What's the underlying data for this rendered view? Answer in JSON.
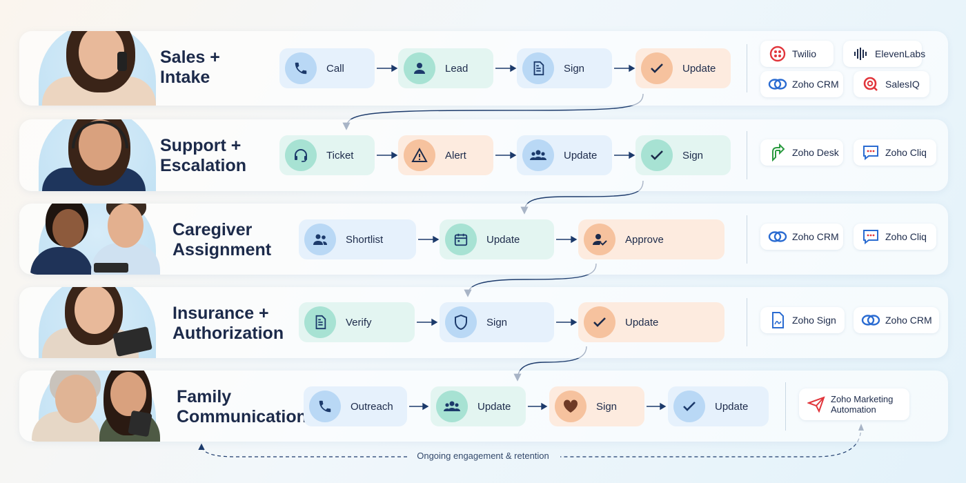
{
  "rows": [
    {
      "title": "Sales +\nIntake",
      "steps": [
        "Call",
        "Lead",
        "Sign",
        "Update"
      ],
      "tools": [
        "Twilio",
        "ElevenLabs",
        "Zoho CRM",
        "SalesIQ"
      ]
    },
    {
      "title": "Support +\nEscalation",
      "steps": [
        "Ticket",
        "Alert",
        "Update",
        "Sign"
      ],
      "tools": [
        "Zoho Desk",
        "Zoho Cliq"
      ]
    },
    {
      "title": "Caregiver\nAssignment",
      "steps": [
        "Shortlist",
        "Update",
        "Approve"
      ],
      "tools": [
        "Zoho CRM",
        "Zoho Cliq"
      ]
    },
    {
      "title": "Insurance +\nAuthorization",
      "steps": [
        "Verify",
        "Sign",
        "Update"
      ],
      "tools": [
        "Zoho Sign",
        "Zoho CRM"
      ]
    },
    {
      "title": "Family\nCommunication",
      "steps": [
        "Outreach",
        "Update",
        "Sign",
        "Update"
      ],
      "tools": [
        "Zoho Marketing\nAutomation"
      ]
    }
  ],
  "footer": "Ongoing engagement & retention",
  "colors": {
    "navy": "#1c2a4a",
    "blue": "#b9d8f5",
    "green": "#a7e2d3",
    "orange": "#f6c29e",
    "zoho_blue": "#2a6bd1",
    "red": "#e1353b"
  },
  "icons": {
    "steps": [
      [
        "phone-icon",
        "person-icon",
        "document-icon",
        "check-icon"
      ],
      [
        "headset-icon",
        "warning-icon",
        "group-icon",
        "check-icon"
      ],
      [
        "group-icon",
        "calendar-icon",
        "person-check-icon"
      ],
      [
        "document-icon",
        "shield-icon",
        "check-icon"
      ],
      [
        "phone-icon",
        "group-icon",
        "heart-icon",
        "check-icon"
      ]
    ]
  }
}
